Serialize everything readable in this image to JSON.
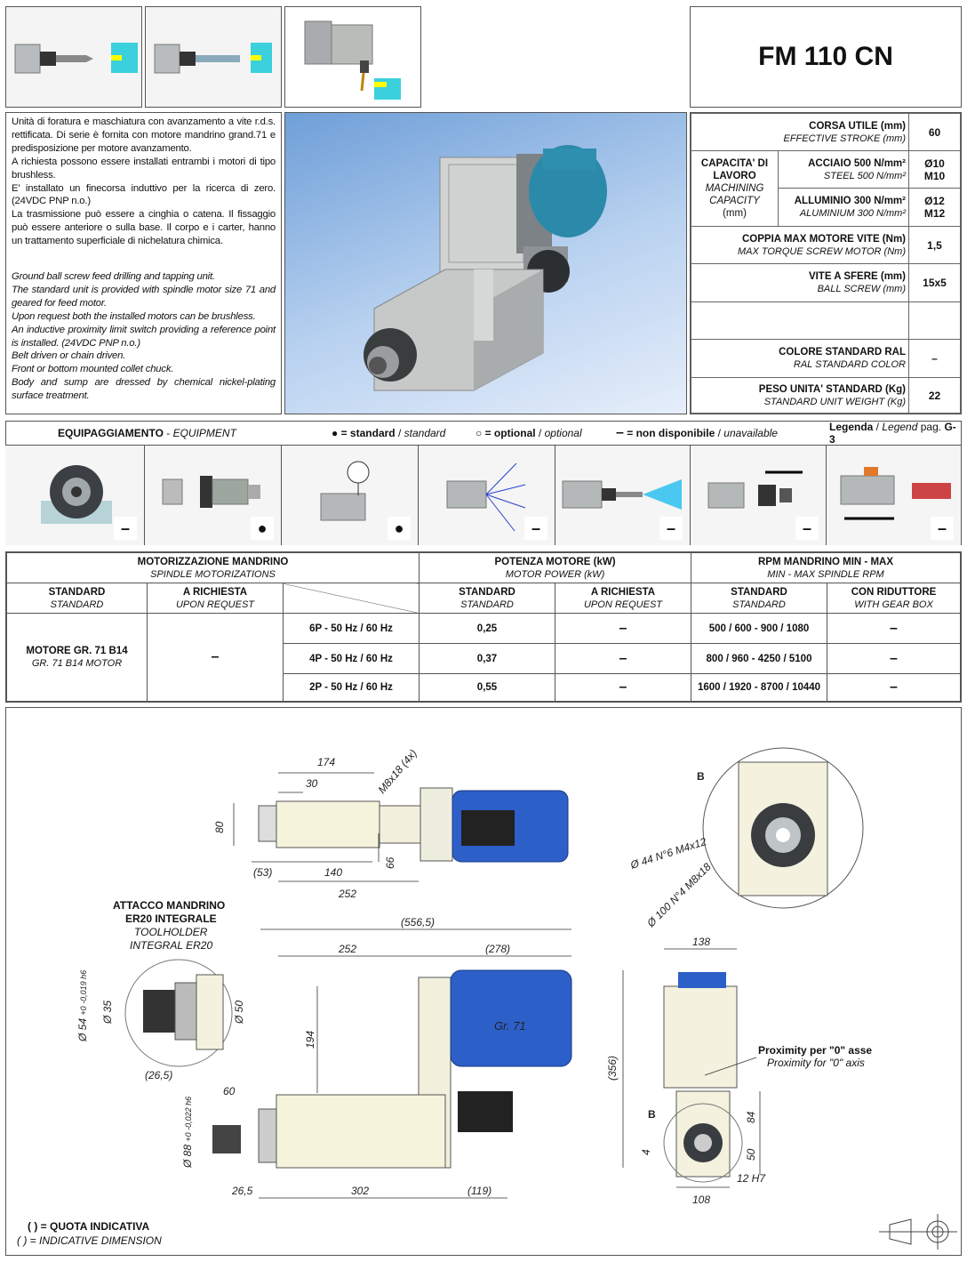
{
  "header": {
    "title": "FM 110 CN"
  },
  "description_it": [
    "Unità di foratura e maschiatura con avanzamento a vite r.d.s. rettificata. Di serie è fornita con motore mandrino grand.71 e predisposizione per motore avanzamento.",
    "A richiesta possono essere installati entrambi i motori di tipo brushless.",
    "E' installato un finecorsa induttivo per la ricerca di zero. (24VDC PNP n.o.)",
    "La trasmissione può essere a cinghia o catena. Il fissaggio può essere anteriore o sulla base. Il corpo e i carter, hanno un trattamento superficiale di nichelatura chimica."
  ],
  "description_en": [
    "Ground ball screw feed drilling and tapping unit.",
    "The standard unit is provided with spindle motor size 71 and geared for feed motor.",
    "Upon request both the installed motors can be brushless.",
    "An inductive proximity limit switch providing a reference point is installed. (24VDC PNP n.o.)",
    "Belt driven or chain driven.",
    "Front or bottom mounted collet chuck.",
    "Body and sump are dressed by chemical nickel-plating surface treatment."
  ],
  "specs": {
    "stroke": {
      "it": "CORSA UTILE (mm)",
      "en": "EFFECTIVE STROKE (mm)",
      "value": "60"
    },
    "capacity": {
      "it1": "CAPACITA' DI",
      "it2": "LAVORO",
      "en1": "MACHINING",
      "en2": "CAPACITY",
      "unit": "(mm)",
      "steel": {
        "it": "ACCIAIO 500 N/mm²",
        "en": "STEEL 500 N/mm²",
        "v1": "Ø10",
        "v2": "M10"
      },
      "alu": {
        "it": "ALLUMINIO 300 N/mm²",
        "en": "ALUMINIUM 300 N/mm²",
        "v1": "Ø12",
        "v2": "M12"
      }
    },
    "torque": {
      "it": "COPPIA MAX MOTORE VITE (Nm)",
      "en": "MAX TORQUE SCREW MOTOR (Nm)",
      "value": "1,5"
    },
    "screw": {
      "it": "VITE A SFERE (mm)",
      "en": "BALL SCREW (mm)",
      "value": "15x5"
    },
    "color": {
      "it": "COLORE STANDARD RAL",
      "en": "RAL STANDARD COLOR",
      "value": "–"
    },
    "weight": {
      "it": "PESO UNITA' STANDARD (Kg)",
      "en": "STANDARD UNIT WEIGHT (Kg)",
      "value": "22"
    }
  },
  "equipment": {
    "title": "EQUIPAGGIAMENTO",
    "title_en": "EQUIPMENT",
    "std_sym": "●",
    "std": "= standard",
    "std_en": "standard",
    "opt_sym": "○",
    "opt": "= optional",
    "opt_en": "optional",
    "na_sym": "–",
    "na": "= non disponibile",
    "na_en": "unavailable",
    "legend": "Legenda",
    "legend_en": "Legend",
    "page_label": "pag.",
    "page": "G-3",
    "symbols": [
      "–",
      "●",
      "●",
      "–",
      "–",
      "–",
      "–"
    ]
  },
  "motor_table": {
    "h1": {
      "it": "MOTORIZZAZIONE MANDRINO",
      "en": "SPINDLE MOTORIZATIONS"
    },
    "h2": {
      "it": "POTENZA MOTORE (kW)",
      "en": "MOTOR POWER (kW)"
    },
    "h3": {
      "it": "RPM MANDRINO MIN - MAX",
      "en": "MIN - MAX SPINDLE RPM"
    },
    "s_std": {
      "it": "STANDARD",
      "en": "STANDARD"
    },
    "s_req": {
      "it": "A RICHIESTA",
      "en": "UPON REQUEST"
    },
    "s_gear": {
      "it": "CON RIDUTTORE",
      "en": "WITH GEAR BOX"
    },
    "motor": {
      "it": "MOTORE  GR. 71  B14",
      "en": "GR. 71  B14  MOTOR"
    },
    "req": "–",
    "rows": [
      {
        "poles": "6P - 50 Hz / 60 Hz",
        "power": "0,25",
        "power_req": "–",
        "rpm": "500 / 600 - 900 / 1080",
        "gear": "–"
      },
      {
        "poles": "4P - 50 Hz / 60 Hz",
        "power": "0,37",
        "power_req": "–",
        "rpm": "800 / 960 - 4250 / 5100",
        "gear": "–"
      },
      {
        "poles": "2P - 50 Hz / 60 Hz",
        "power": "0,55",
        "power_req": "–",
        "rpm": "1600 / 1920 - 8700 / 10440",
        "gear": "–"
      }
    ]
  },
  "drawing": {
    "dims": {
      "d174": "174",
      "d30": "30",
      "m8": "M8x18 (4x)",
      "d80": "80",
      "d53": "(53)",
      "d140": "140",
      "d66": "66",
      "d252a": "252",
      "d5565": "(556,5)",
      "d252b": "252",
      "d278": "(278)",
      "d194": "194",
      "d60": "60",
      "d265": "26,5",
      "d302": "302",
      "d119": "(119)",
      "d138": "138",
      "d356": "(356)",
      "d84": "84",
      "d50b": "50",
      "d4": "4",
      "d12": "12 H7",
      "d108": "108",
      "d35": "Ø 35",
      "d50": "Ø 50",
      "d54": "Ø 54",
      "d54tol": "+0 -0,019 h6",
      "d88": "Ø 88",
      "d88tol": "+0 -0,022 h6",
      "d2655": "(26,5)",
      "m4": "Ø 44 N°6 M4x12",
      "m8b": "Ø 100 N°4 M8x18",
      "B": "B",
      "gr71": "Gr. 71"
    },
    "attach_it1": "ATTACCO MANDRINO",
    "attach_it2": "ER20 INTEGRALE",
    "attach_en1": "TOOLHOLDER",
    "attach_en2": "INTEGRAL ER20",
    "prox_it": "Proximity per \"0\" asse",
    "prox_en": "Proximity for \"0\" axis",
    "indicative_it": "( ) = QUOTA INDICATIVA",
    "indicative_en": "( ) = INDICATIVE DIMENSION"
  }
}
